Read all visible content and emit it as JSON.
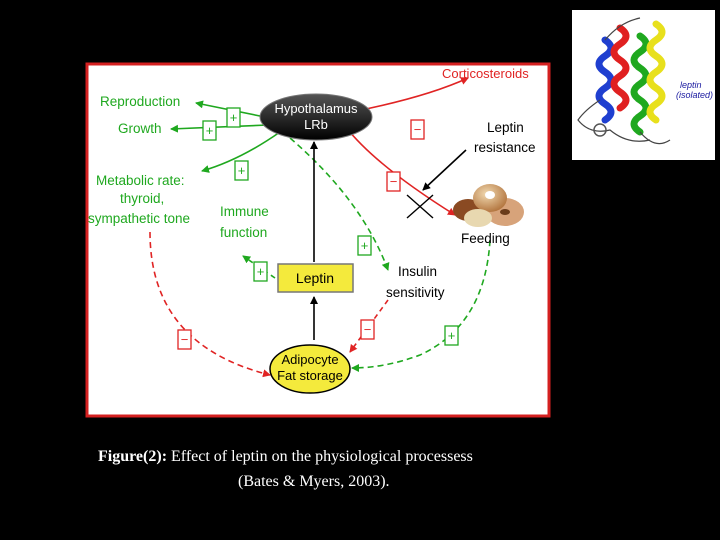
{
  "diagram": {
    "hypothalamus": "Hypothalamus",
    "lrb": "LRb",
    "leptin": "Leptin",
    "adipocyte": "Adipocyte",
    "fat_storage": "Fat storage",
    "corticosteroids": "Corticosteroids",
    "reproduction": "Reproduction",
    "growth": "Growth",
    "metabolic_1": "Metabolic rate:",
    "metabolic_2": "thyroid,",
    "metabolic_3": "sympathetic tone",
    "immune_1": "Immune",
    "immune_2": "function",
    "leptin_resistance_1": "Leptin",
    "leptin_resistance_2": "resistance",
    "feeding": "Feeding",
    "insulin_1": "Insulin",
    "insulin_2": "sensitivity",
    "plus": "+",
    "minus": "−"
  },
  "structure": {
    "label_isolated_1": "leptin",
    "label_isolated_2": "(isolated)"
  },
  "caption": {
    "label": "Figure(2):",
    "text": " Effect of leptin on the physiological processess",
    "citation": "(Bates   & Myers, 2003)."
  },
  "colors": {
    "stimulate": "#1fa81f",
    "inhibit": "#e02424",
    "frame": "#d42020",
    "label_green": "#1fa81f",
    "label_red": "#e02424",
    "node_dark": "#1a1a1a",
    "node_yellow": "#f4ea3c"
  }
}
